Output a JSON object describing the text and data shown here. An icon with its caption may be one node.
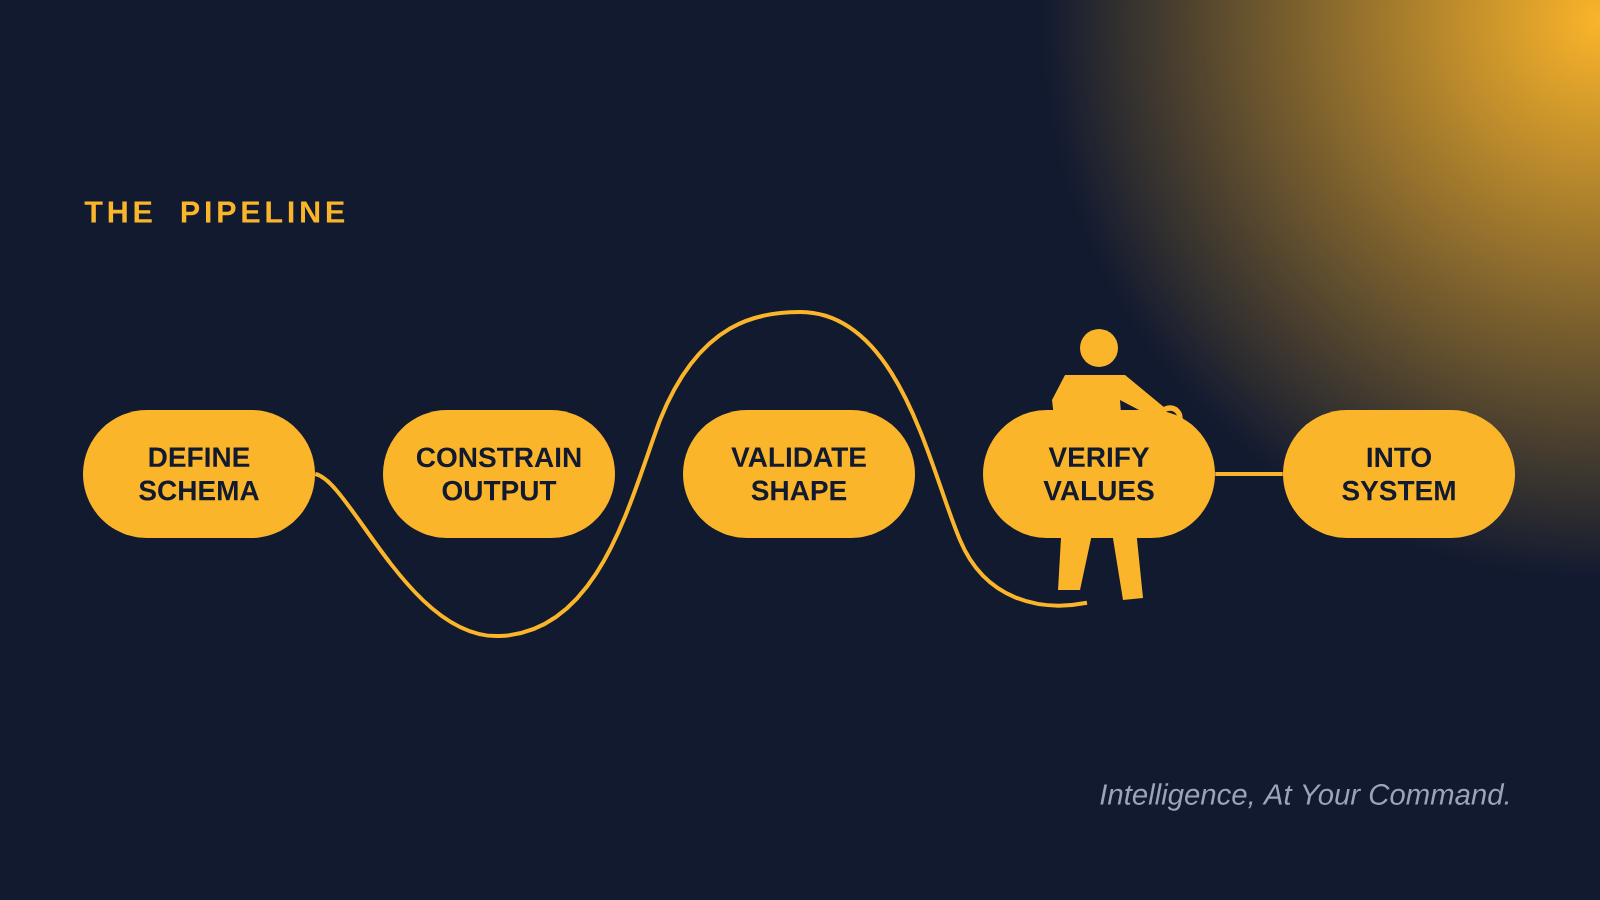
{
  "diagram": {
    "title": "THE PIPELINE",
    "nodes": [
      {
        "text": [
          "DEFINE SCHEMA"
        ]
      },
      {
        "text": [
          "CONSTRAIN OUTPUT"
        ]
      },
      {
        "text": [
          "VALIDATE SHAPE"
        ]
      },
      {
        "text": [
          "VERIFY VALUES"
        ]
      },
      {
        "text": [
          "INTO SYSTEM"
        ]
      },
      {
        "text": [],
        "shape": "person"
      }
    ],
    "edges": [
      {
        "from": 0,
        "to": 5,
        "arrow": "none"
      },
      {
        "from": 3,
        "to": 4,
        "arrow": "none"
      }
    ],
    "labels": [
      "Intelligence, At Your Command."
    ]
  }
}
